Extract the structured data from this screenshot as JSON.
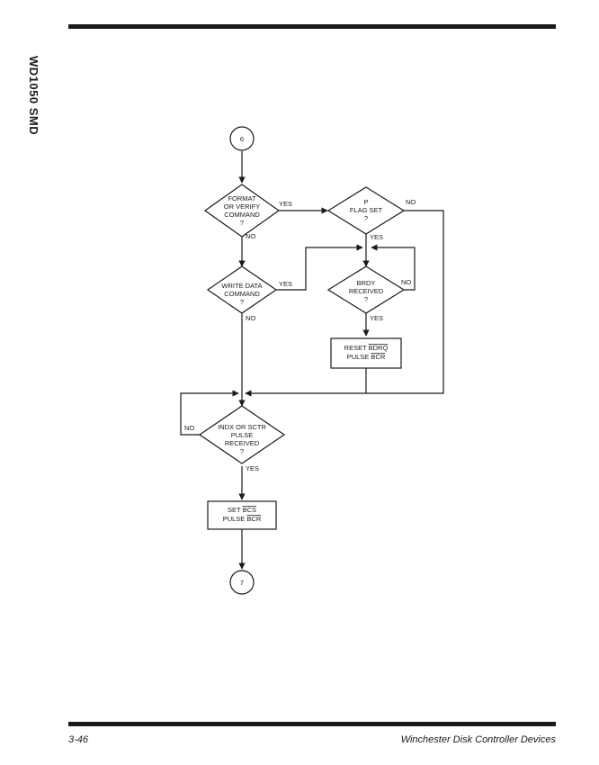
{
  "header": {
    "side_title": "WD1050 SMD"
  },
  "footer": {
    "page_number": "3-46",
    "document_title": "Winchester Disk Controller Devices"
  },
  "flowchart": {
    "connector_in": "6",
    "connector_out": "7",
    "decision_format": [
      "FORMAT",
      "OR VERIFY",
      "COMMAND",
      "?"
    ],
    "decision_pflag": [
      "P",
      "FLAG SET",
      "?"
    ],
    "decision_write": [
      "WRITE DATA",
      "COMMAND",
      "?"
    ],
    "decision_brdy": [
      "BRDY",
      "RECEIVED",
      "?"
    ],
    "decision_indx": [
      "INDX OR SCTR",
      "PULSE",
      "RECEIVED",
      "?"
    ],
    "box_reset": [
      "RESET",
      "BDRQ",
      "PULSE",
      "BCR"
    ],
    "box_set": [
      "SET",
      "BCS",
      "PULSE",
      "BCR"
    ],
    "label_yes": "YES",
    "label_no": "NO"
  }
}
